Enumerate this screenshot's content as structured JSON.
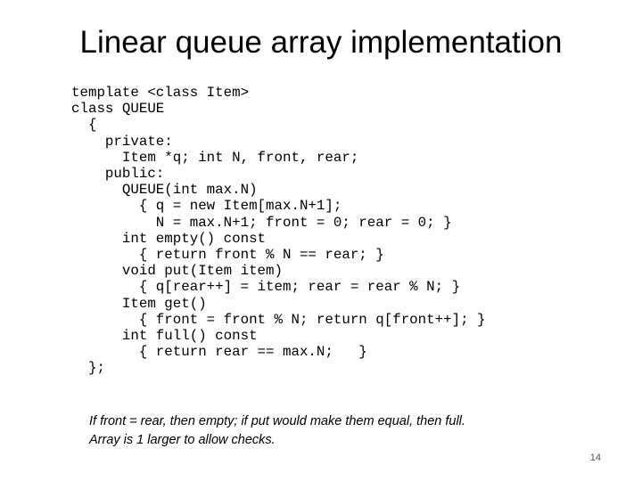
{
  "slide": {
    "title": "Linear queue array implementation",
    "code_lines": [
      "template <class Item>",
      "class QUEUE",
      "  {",
      "    private:",
      "      Item *q; int N, front, rear;",
      "    public:",
      "      QUEUE(int max.N)",
      "        { q = new Item[max.N+1];",
      "          N = max.N+1; front = 0; rear = 0; }",
      "      int empty() const",
      "        { return front % N == rear; }",
      "      void put(Item item)",
      "        { q[rear++] = item; rear = rear % N; }",
      "      Item get()",
      "        { front = front % N; return q[front++]; }",
      "      int full() const",
      "        { return rear == max.N;   }",
      "  };"
    ],
    "notes": [
      "If front = rear, then empty; if put would make them equal, then full.",
      "Array is 1 larger to allow checks."
    ],
    "page_number": "14"
  }
}
